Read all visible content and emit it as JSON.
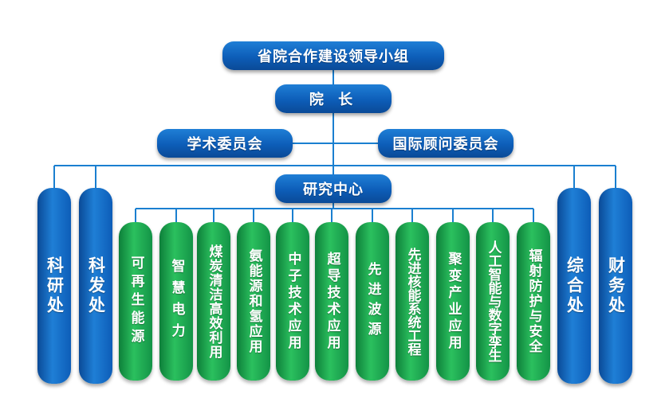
{
  "nodes": {
    "leading_group": "省院合作建设领导小组",
    "president": "院 长",
    "academic_committee": "学术委员会",
    "intl_advisory": "国际顾问委员会",
    "research_center": "研究中心",
    "left_depts": [
      "科研处",
      "科发处"
    ],
    "right_depts": [
      "综合处",
      "财务处"
    ],
    "research_units": [
      "可再生能源",
      "智慧电力",
      "煤炭清洁高效利用",
      "氨能源和氢应用",
      "中子技术应用",
      "超导技术应用",
      "先进波源",
      "先进核能系统工程",
      "聚变产业应用",
      "人工智能与数字孪生",
      "辐射防护与安全"
    ]
  },
  "colors": {
    "line": "#1a7fd0",
    "blue": "#0d5db8",
    "green": "#1faa50"
  }
}
